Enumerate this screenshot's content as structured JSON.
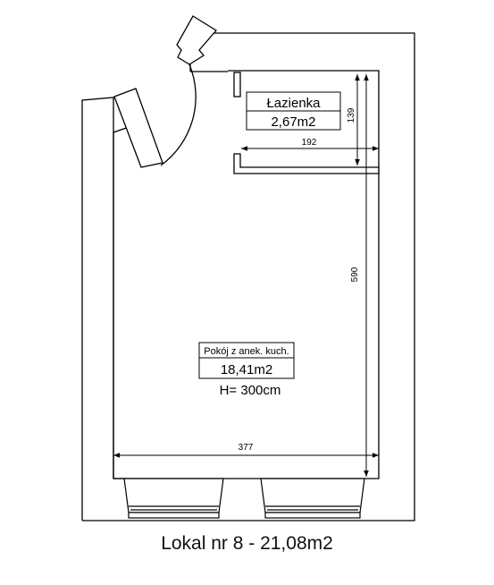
{
  "bathroom": {
    "name": "Łazienka",
    "area": "2,67m2"
  },
  "main_room": {
    "name": "Pokój z anek. kuch.",
    "area": "18,41m2",
    "height": "H= 300cm"
  },
  "dimensions": {
    "width_total": "377",
    "height_total": "590",
    "bath_width": "192",
    "bath_height": "139"
  },
  "caption": "Lokal nr 8 - 21,08m2"
}
